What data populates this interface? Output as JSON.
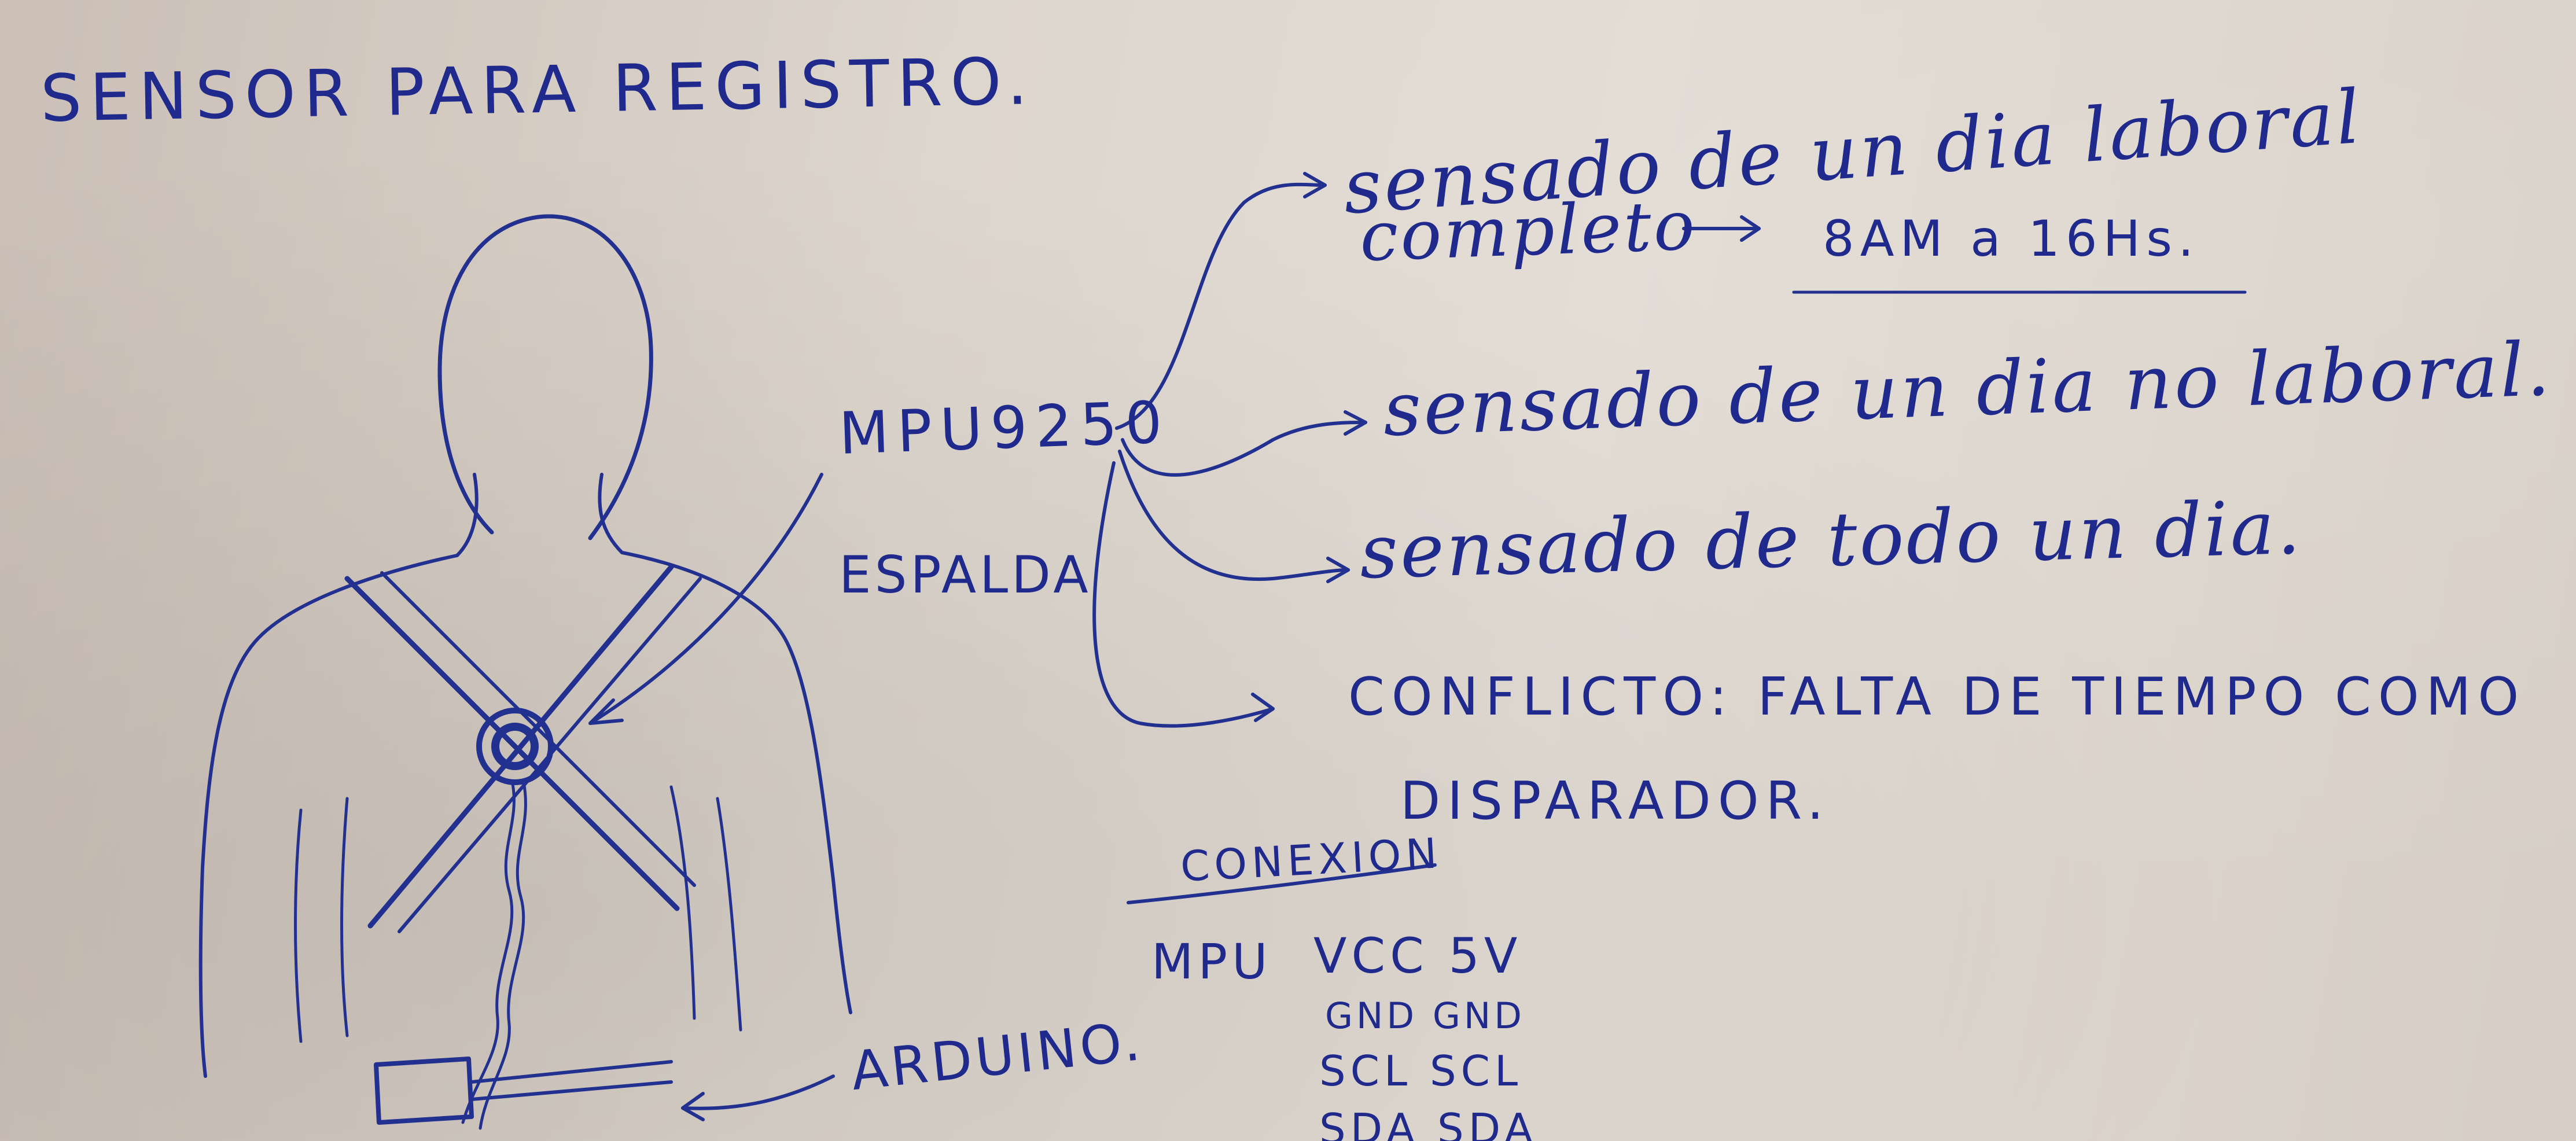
{
  "title": "SENSOR PARA REGISTRO.",
  "labels": {
    "mpu": "MPU9250",
    "espalda": "ESPALDA",
    "arduino": "ARDUINO."
  },
  "branches": [
    {
      "line1": "sensado de un dia laboral",
      "line2_a": "completo",
      "line2_b": "8AM a 16Hs."
    },
    {
      "line1": "sensado de un dia no laboral."
    },
    {
      "line1": "sensado de todo un dia."
    },
    {
      "line1": "CONFLICTO: FALTA DE TIEMPO COMO",
      "line2": "DISPARADOR."
    }
  ],
  "conexion": {
    "heading": "CONEXION",
    "left_label": "MPU",
    "rows": [
      "VCC 5V",
      "GND GND",
      "SCL SCL",
      "SDA SDA"
    ]
  },
  "colors": {
    "ink": "#1f2a8c",
    "paper": "#dcd5cc"
  }
}
